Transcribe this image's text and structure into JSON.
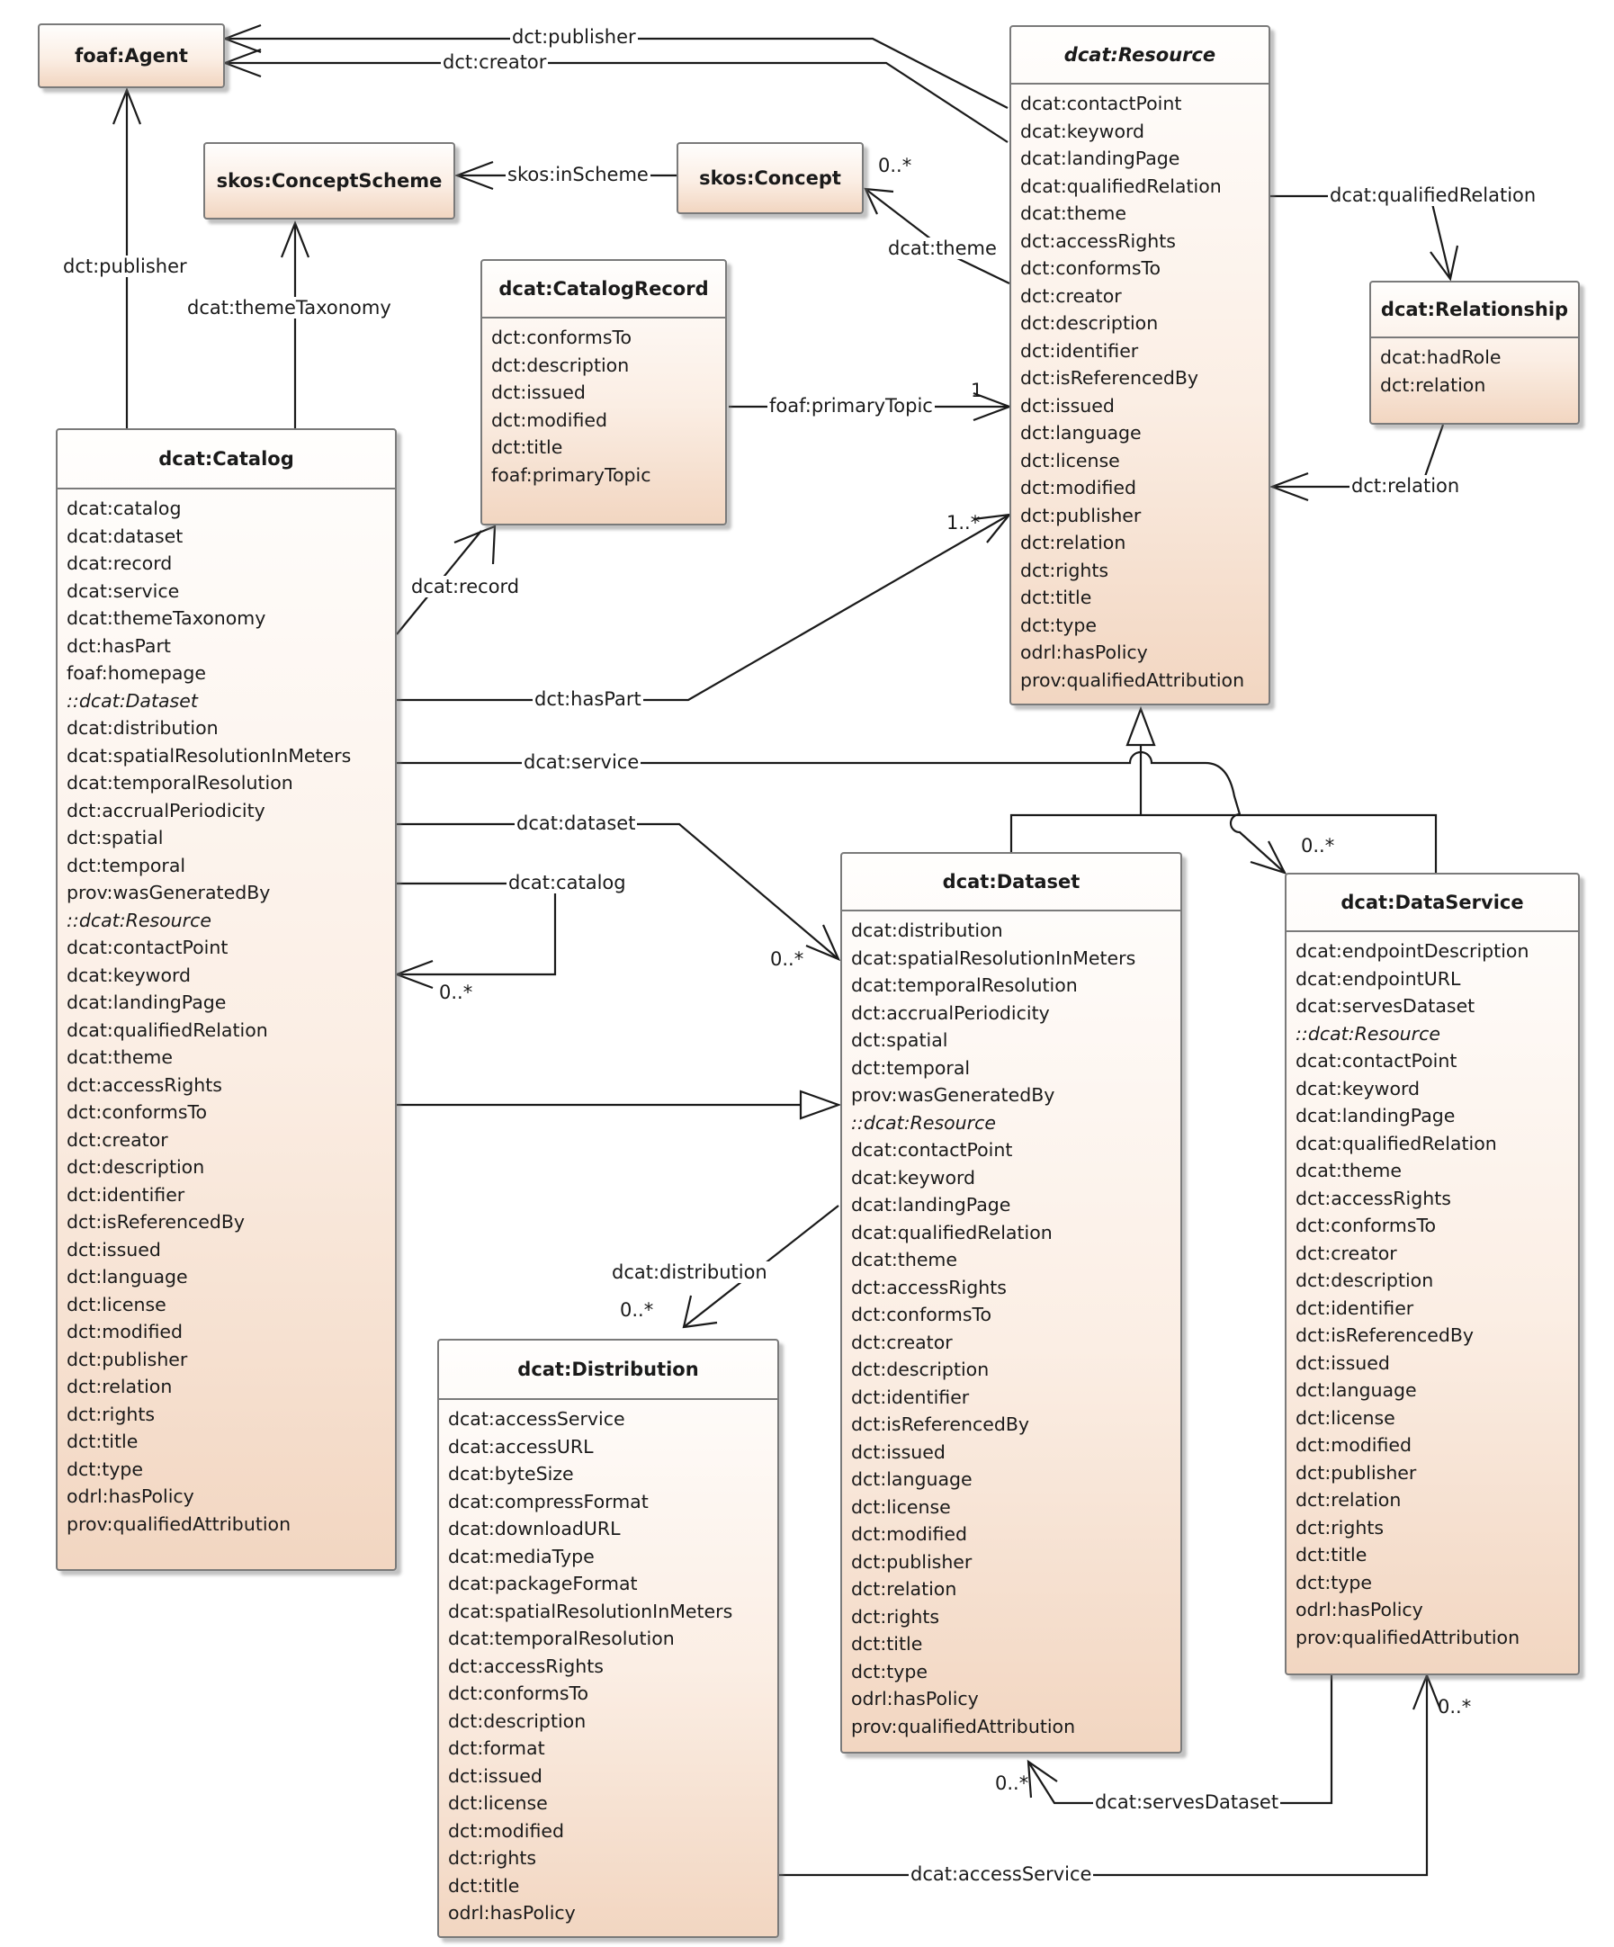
{
  "classes": {
    "agent": {
      "name": "foaf:Agent"
    },
    "concept_scheme": {
      "name": "skos:ConceptScheme"
    },
    "concept": {
      "name": "skos:Concept"
    },
    "catalog_record": {
      "name": "dcat:CatalogRecord",
      "attributes": [
        "dct:conformsTo",
        "dct:description",
        "dct:issued",
        "dct:modified",
        "dct:title",
        "foaf:primaryTopic"
      ]
    },
    "resource": {
      "name": "dcat:Resource",
      "attributes": [
        "dcat:contactPoint",
        "dcat:keyword",
        "dcat:landingPage",
        "dcat:qualifiedRelation",
        "dcat:theme",
        "dct:accessRights",
        "dct:conformsTo",
        "dct:creator",
        "dct:description",
        "dct:identifier",
        "dct:isReferencedBy",
        "dct:issued",
        "dct:language",
        "dct:license",
        "dct:modified",
        "dct:publisher",
        "dct:relation",
        "dct:rights",
        "dct:title",
        "dct:type",
        "odrl:hasPolicy",
        "prov:qualifiedAttribution"
      ]
    },
    "relationship": {
      "name": "dcat:Relationship",
      "attributes": [
        "dcat:hadRole",
        "dct:relation"
      ]
    },
    "catalog": {
      "name": "dcat:Catalog",
      "attributes": [
        "dcat:catalog",
        "dcat:dataset",
        "dcat:record",
        "dcat:service",
        "dcat:themeTaxonomy",
        "dct:hasPart",
        "foaf:homepage"
      ],
      "section1": "::dcat:Dataset",
      "attributes1": [
        "dcat:distribution",
        "dcat:spatialResolutionInMeters",
        "dcat:temporalResolution",
        "dct:accrualPeriodicity",
        "dct:spatial",
        "dct:temporal",
        "prov:wasGeneratedBy"
      ],
      "section2": "::dcat:Resource",
      "attributes2": [
        "dcat:contactPoint",
        "dcat:keyword",
        "dcat:landingPage",
        "dcat:qualifiedRelation",
        "dcat:theme",
        "dct:accessRights",
        "dct:conformsTo",
        "dct:creator",
        "dct:description",
        "dct:identifier",
        "dct:isReferencedBy",
        "dct:issued",
        "dct:language",
        "dct:license",
        "dct:modified",
        "dct:publisher",
        "dct:relation",
        "dct:rights",
        "dct:title",
        "dct:type",
        "odrl:hasPolicy",
        "prov:qualifiedAttribution"
      ]
    },
    "dataset": {
      "name": "dcat:Dataset",
      "attributes": [
        "dcat:distribution",
        "dcat:spatialResolutionInMeters",
        "dcat:temporalResolution",
        "dct:accrualPeriodicity",
        "dct:spatial",
        "dct:temporal",
        "prov:wasGeneratedBy"
      ],
      "section1": "::dcat:Resource",
      "attributes1": [
        "dcat:contactPoint",
        "dcat:keyword",
        "dcat:landingPage",
        "dcat:qualifiedRelation",
        "dcat:theme",
        "dct:accessRights",
        "dct:conformsTo",
        "dct:creator",
        "dct:description",
        "dct:identifier",
        "dct:isReferencedBy",
        "dct:issued",
        "dct:language",
        "dct:license",
        "dct:modified",
        "dct:publisher",
        "dct:relation",
        "dct:rights",
        "dct:title",
        "dct:type",
        "odrl:hasPolicy",
        "prov:qualifiedAttribution"
      ]
    },
    "data_service": {
      "name": "dcat:DataService",
      "attributes": [
        "dcat:endpointDescription",
        "dcat:endpointURL",
        "dcat:servesDataset"
      ],
      "section1": "::dcat:Resource",
      "attributes1": [
        "dcat:contactPoint",
        "dcat:keyword",
        "dcat:landingPage",
        "dcat:qualifiedRelation",
        "dcat:theme",
        "dct:accessRights",
        "dct:conformsTo",
        "dct:creator",
        "dct:description",
        "dct:identifier",
        "dct:isReferencedBy",
        "dct:issued",
        "dct:language",
        "dct:license",
        "dct:modified",
        "dct:publisher",
        "dct:relation",
        "dct:rights",
        "dct:title",
        "dct:type",
        "odrl:hasPolicy",
        "prov:qualifiedAttribution"
      ]
    },
    "distribution": {
      "name": "dcat:Distribution",
      "attributes": [
        "dcat:accessService",
        "dcat:accessURL",
        "dcat:byteSize",
        "dcat:compressFormat",
        "dcat:downloadURL",
        "dcat:mediaType",
        "dcat:packageFormat",
        "dcat:spatialResolutionInMeters",
        "dcat:temporalResolution",
        "dct:accessRights",
        "dct:conformsTo",
        "dct:description",
        "dct:format",
        "dct:issued",
        "dct:license",
        "dct:modified",
        "dct:rights",
        "dct:title",
        "odrl:hasPolicy"
      ]
    }
  },
  "associations": {
    "resource_publisher": "dct:publisher",
    "resource_creator": "dct:creator",
    "concept_in_scheme": "skos:inScheme",
    "resource_theme": "dcat:theme",
    "resource_theme_mult": "0..*",
    "catalog_publisher": "dct:publisher",
    "catalog_theme_taxonomy": "dcat:themeTaxonomy",
    "record_primary_topic": "foaf:primaryTopic",
    "record_primary_topic_mult": "1",
    "resource_qualified_relation": "dcat:qualifiedRelation",
    "relationship_relation": "dct:relation",
    "catalog_record": "dcat:record",
    "catalog_has_part": "dct:hasPart",
    "catalog_has_part_mult": "1..*",
    "catalog_service": "dcat:service",
    "catalog_service_mult": "0..*",
    "catalog_dataset": "dcat:dataset",
    "catalog_dataset_mult": "0..*",
    "catalog_catalog": "dcat:catalog",
    "catalog_catalog_mult": "0..*",
    "dataset_distribution": "dcat:distribution",
    "dataset_distribution_mult": "0..*",
    "service_serves_dataset": "dcat:servesDataset",
    "service_serves_dataset_mult": "0..*",
    "distribution_access_service": "dcat:accessService",
    "distribution_access_service_mult": "0..*"
  }
}
